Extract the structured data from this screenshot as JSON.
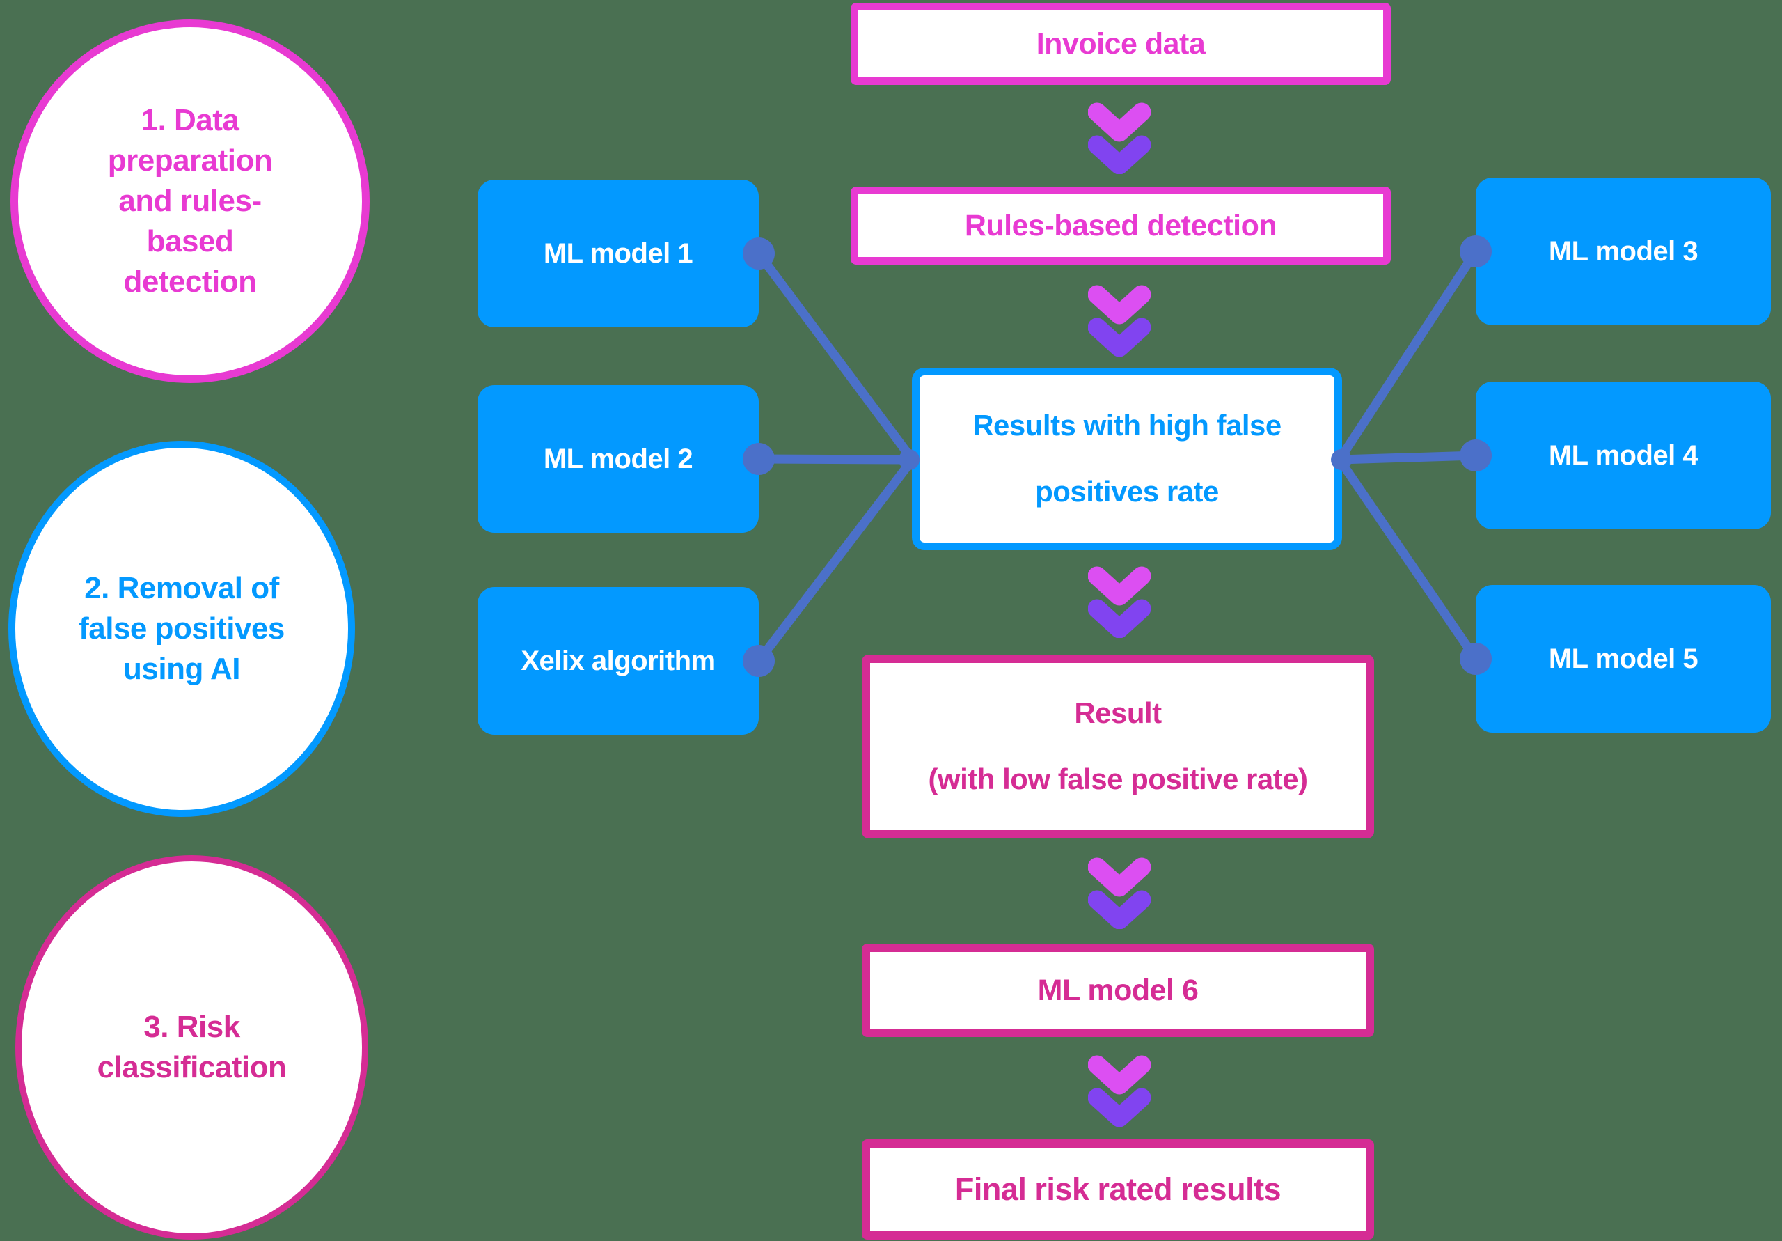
{
  "palette": {
    "background": "#4a7052",
    "bright_magenta": "#e83ad2",
    "deep_pink": "#d52c94",
    "azure": "#0399ff",
    "line_blue": "#4b70c9",
    "chevron_pink": "#dc4ff2",
    "chevron_purple": "#8144f0",
    "white": "#ffffff"
  },
  "stages": [
    {
      "label": "1. Data\npreparation\nand rules-\nbased\ndetection"
    },
    {
      "label": "2. Removal of\nfalse positives\nusing AI"
    },
    {
      "label": "3. Risk\nclassification"
    }
  ],
  "models": {
    "left": [
      "ML model 1",
      "ML model 2",
      "Xelix algorithm"
    ],
    "right": [
      "ML model 3",
      "ML model 4",
      "ML model 5"
    ]
  },
  "flow": {
    "invoice_data": "Invoice data",
    "rules_based": "Rules-based detection",
    "results_high_fp": "Results with high false\npositives rate",
    "result_low_fp": "Result\n(with low false positive rate)",
    "ml_model_6": "ML model 6",
    "final_results": "Final risk rated results"
  }
}
